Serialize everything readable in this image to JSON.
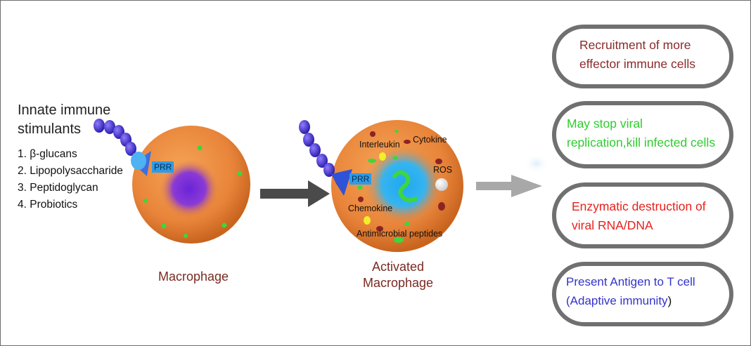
{
  "stimulants": {
    "heading_line1": "Innate immune",
    "heading_line2": "stimulants",
    "items": [
      "1. β-glucans",
      "2. Lipopolysaccharide",
      "3. Peptidoglycan",
      "4. Probiotics"
    ]
  },
  "macrophage": {
    "label": "Macrophage",
    "receptor_label": "PRR"
  },
  "activated_macrophage": {
    "label_line1": "Activated",
    "label_line2": "Macrophage",
    "receptor_label": "PRR",
    "components": {
      "interleukin": "Interleukin",
      "cytokine": "Cytokine",
      "ros": "ROS",
      "chemokine": "Chemokine",
      "antimicrobial": "Antimicrobial peptides"
    }
  },
  "outcomes": [
    {
      "line1": "Recruitment of more",
      "line2": "effector immune cells",
      "color": "#8b2a2a"
    },
    {
      "line1": "May stop viral",
      "line2": "replication,kill infected cells",
      "color": "#2ecc2e"
    },
    {
      "line1": "Enzymatic destruction of",
      "line2": "viral RNA/DNA",
      "color": "#e8201c"
    },
    {
      "line1": "Present Antigen to T cell",
      "line2a": "(Adaptive immunity",
      "line2b": ")",
      "color": "#3333cc"
    }
  ],
  "colors": {
    "cell_orange": "#e8843a",
    "nucleus_purple": "#8a3ad6",
    "nucleus_blue": "#36b4f0",
    "ligand_purple": "#5b3fd8",
    "arrow_dark": "#4a4a4a",
    "arrow_light": "#a8a8a8",
    "pill_border": "#707070"
  }
}
